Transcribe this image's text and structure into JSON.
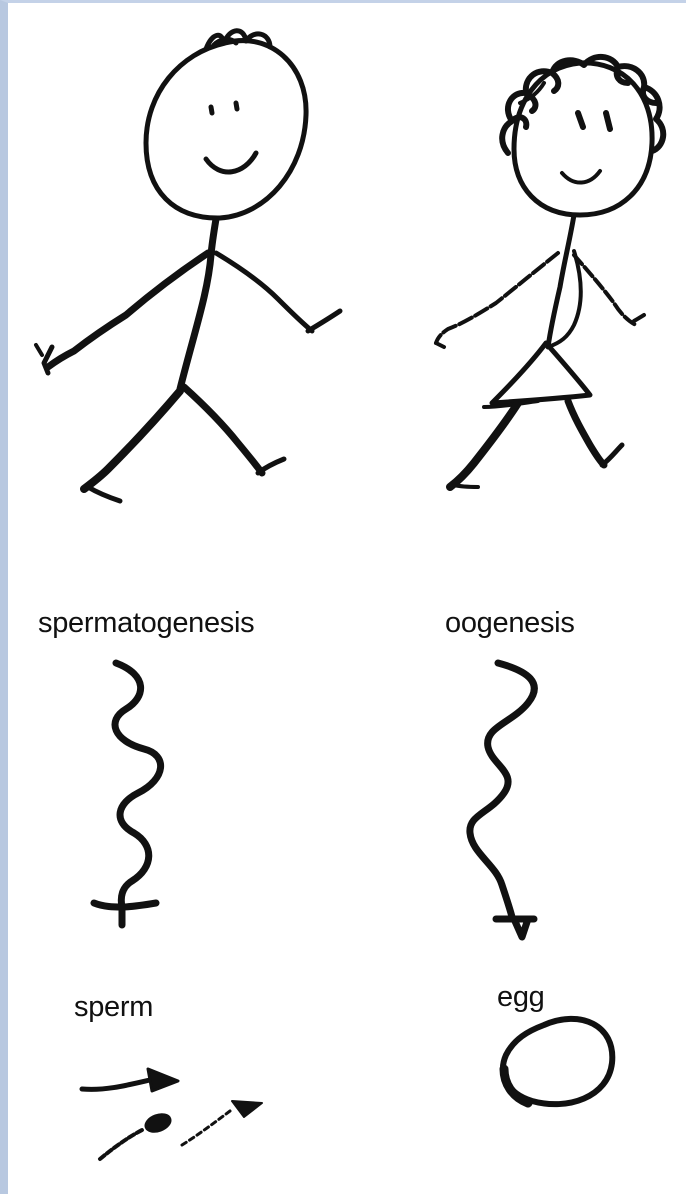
{
  "diagram": {
    "labels": {
      "male_process": "spermatogenesis",
      "female_process": "oogenesis",
      "male_product": "sperm",
      "female_product": "egg"
    },
    "figures": {
      "left": "male-stick-figure",
      "right": "female-stick-figure"
    },
    "colors": {
      "ink": "#111111",
      "background": "#ffffff",
      "frame_border": "#b8c8e0"
    }
  }
}
